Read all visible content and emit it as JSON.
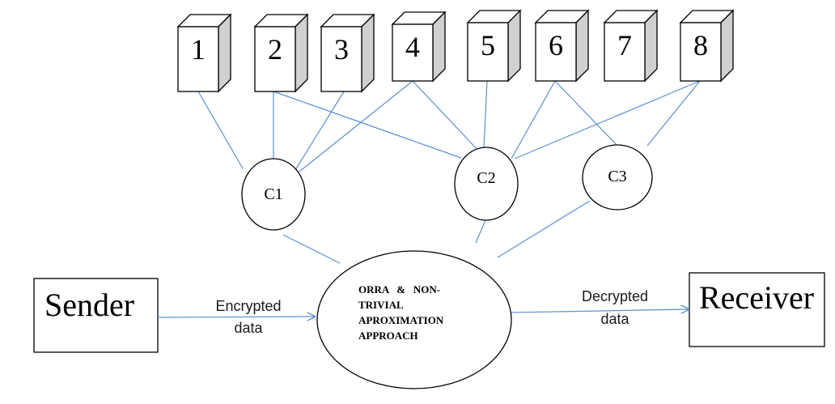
{
  "diagram": {
    "servers": [
      {
        "id": "1",
        "label": "1"
      },
      {
        "id": "2",
        "label": "2"
      },
      {
        "id": "3",
        "label": "3"
      },
      {
        "id": "4",
        "label": "4"
      },
      {
        "id": "5",
        "label": "5"
      },
      {
        "id": "6",
        "label": "6"
      },
      {
        "id": "7",
        "label": "7"
      },
      {
        "id": "8",
        "label": "8"
      }
    ],
    "clusters": [
      {
        "id": "C1",
        "label": "C1"
      },
      {
        "id": "C2",
        "label": "C2"
      },
      {
        "id": "C3",
        "label": "C3"
      }
    ],
    "server_cluster_links": [
      [
        "1",
        "C1"
      ],
      [
        "2",
        "C1"
      ],
      [
        "3",
        "C1"
      ],
      [
        "4",
        "C1"
      ],
      [
        "2",
        "C2"
      ],
      [
        "4",
        "C2"
      ],
      [
        "5",
        "C2"
      ],
      [
        "6",
        "C2"
      ],
      [
        "8",
        "C2"
      ],
      [
        "6",
        "C3"
      ],
      [
        "8",
        "C3"
      ]
    ],
    "core": {
      "lines": [
        "ORRA   &   NON-",
        "TRIVIAL",
        "APROXIMATION",
        "APPROACH"
      ]
    },
    "cluster_core_links": [
      [
        "C1",
        "core"
      ],
      [
        "C2",
        "core"
      ],
      [
        "C3",
        "core"
      ]
    ],
    "sender": {
      "label": "Sender"
    },
    "receiver": {
      "label": "Receiver"
    },
    "sender_edge": {
      "line1": "Encrypted",
      "line2": "data"
    },
    "receiver_edge": {
      "line1": "Decrypted",
      "line2": "data"
    },
    "colors": {
      "link": "#5b8fd0",
      "box_side": "#d0d0d0",
      "outline": "#000000"
    }
  }
}
